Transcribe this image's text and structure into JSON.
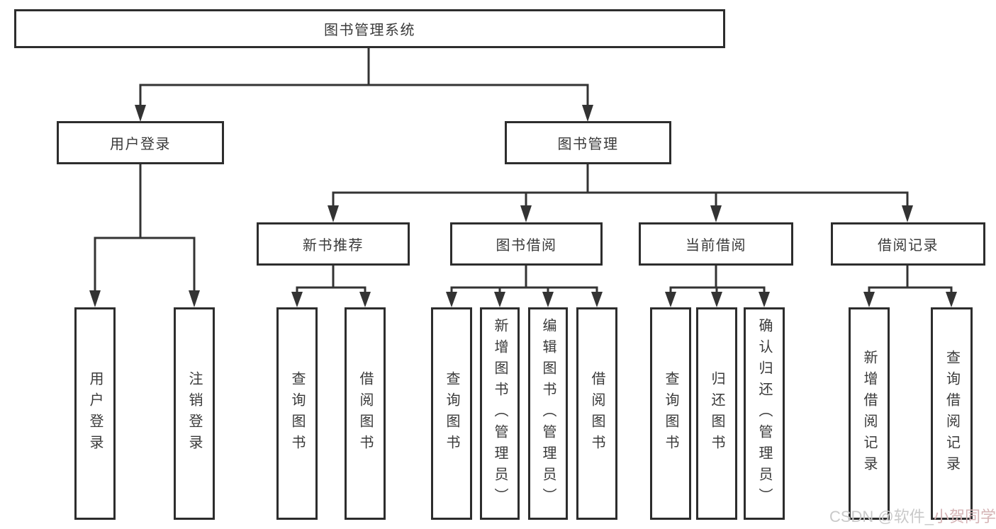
{
  "colors": {
    "line": "#333333",
    "box_border": "#2d2d2d",
    "text": "#3a3a3a",
    "background": "#ffffff",
    "watermark_gray": "#c9c9c9",
    "watermark_pink": "#d5b4b6"
  },
  "tree": {
    "root": {
      "label": "图书管理系统"
    },
    "children": [
      {
        "label": "用户登录",
        "children": [
          {
            "label": "用户登录"
          },
          {
            "label": "注销登录"
          }
        ]
      },
      {
        "label": "图书管理",
        "children": [
          {
            "label": "新书推荐",
            "children": [
              {
                "label": "查询图书"
              },
              {
                "label": "借阅图书"
              }
            ]
          },
          {
            "label": "图书借阅",
            "children": [
              {
                "label": "查询图书"
              },
              {
                "label": "新增图书（管理员）"
              },
              {
                "label": "编辑图书（管理员）"
              },
              {
                "label": "借阅图书"
              }
            ]
          },
          {
            "label": "当前借阅",
            "children": [
              {
                "label": "查询图书"
              },
              {
                "label": "归还图书"
              },
              {
                "label": "确认归还（管理员）"
              }
            ]
          },
          {
            "label": "借阅记录",
            "children": [
              {
                "label": "新增借阅记录"
              },
              {
                "label": "查询借阅记录"
              }
            ]
          }
        ]
      }
    ]
  },
  "watermark": {
    "prefix": "CSDN @软件_",
    "suffix": "小贺同学"
  }
}
